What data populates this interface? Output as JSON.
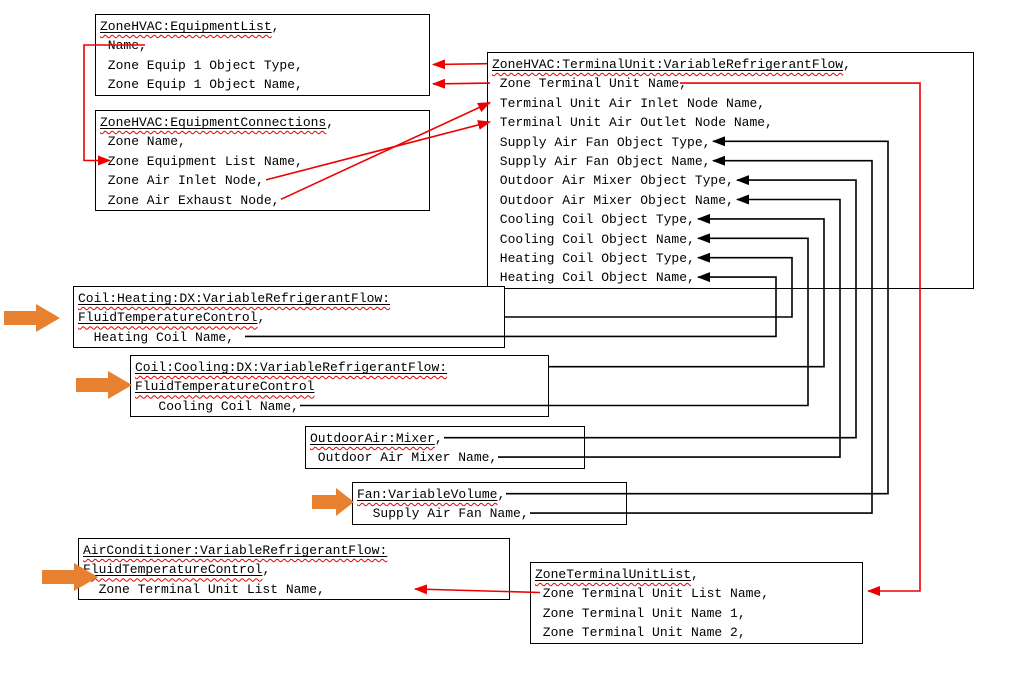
{
  "colors": {
    "connector_red": "#ee0000",
    "connector_black": "#000000",
    "squiggle_red": "#e60000",
    "orange_arrow": "#e8812f",
    "box_border": "#000000"
  },
  "boxes": [
    {
      "id": "zonehvac-equipment-list",
      "title_lines": [
        {
          "text": "ZoneHVAC:EquipmentList",
          "suffix": ","
        }
      ],
      "fields": [
        " Name,",
        " Zone Equip 1 Object Type,",
        " Zone Equip 1 Object Name,"
      ]
    },
    {
      "id": "zonehvac-equipment-connections",
      "title_lines": [
        {
          "text": "ZoneHVAC:EquipmentConnections",
          "suffix": ","
        }
      ],
      "fields": [
        " Zone Name,",
        " Zone Equipment List Name,",
        " Zone Air Inlet Node,",
        " Zone Air Exhaust Node,"
      ]
    },
    {
      "id": "zonehvac-terminal-unit-vrf",
      "title_lines": [
        {
          "text": "ZoneHVAC:TerminalUnit:VariableRefrigerantFlow",
          "suffix": ","
        }
      ],
      "fields": [
        " Zone Terminal Unit Name,",
        " Terminal Unit Air Inlet Node Name,",
        " Terminal Unit Air Outlet Node Name,",
        " Supply Air Fan Object Type,",
        " Supply Air Fan Object Name,",
        " Outdoor Air Mixer Object Type,",
        " Outdoor Air Mixer Object Name,",
        " Cooling Coil Object Type,",
        " Cooling Coil Object Name,",
        " Heating Coil Object Type,",
        " Heating Coil Object Name,"
      ]
    },
    {
      "id": "coil-heating-dx-vrf-ftc",
      "title_lines": [
        {
          "text": "Coil:Heating:DX:VariableRefrigerantFlow:",
          "suffix": ""
        },
        {
          "text": "FluidTemperatureControl",
          "suffix": ","
        }
      ],
      "fields": [
        "  Heating Coil Name,"
      ]
    },
    {
      "id": "coil-cooling-dx-vrf-ftc",
      "title_lines": [
        {
          "text": "Coil:Cooling:DX:VariableRefrigerantFlow:",
          "suffix": ""
        },
        {
          "text": "FluidTemperatureControl",
          "suffix": ""
        }
      ],
      "fields": [
        "   Cooling Coil Name,"
      ]
    },
    {
      "id": "outdoor-air-mixer",
      "title_lines": [
        {
          "text": "OutdoorAir:Mixer",
          "suffix": ","
        }
      ],
      "fields": [
        " Outdoor Air Mixer Name,"
      ]
    },
    {
      "id": "fan-variable-volume",
      "title_lines": [
        {
          "text": "Fan:VariableVolume",
          "suffix": ","
        }
      ],
      "fields": [
        "  Supply Air Fan Name,"
      ]
    },
    {
      "id": "air-conditioner-vrf-ftc",
      "title_lines": [
        {
          "text": "AirConditioner:VariableRefrigerantFlow:",
          "suffix": ""
        },
        {
          "text": "FluidTemperatureControl",
          "suffix": ","
        }
      ],
      "fields": [
        "  Zone Terminal Unit List Name,"
      ]
    },
    {
      "id": "zone-terminal-unit-list",
      "title_lines": [
        {
          "text": "ZoneTerminalUnitList",
          "suffix": ","
        }
      ],
      "fields": [
        " Zone Terminal Unit List Name,",
        " Zone Terminal Unit Name 1,",
        " Zone Terminal Unit Name 2,"
      ]
    }
  ],
  "connections": [
    {
      "style": "red",
      "from": "zonehvac-equipment-list.Name",
      "to": "zonehvac-equipment-connections.Zone Equipment List Name"
    },
    {
      "style": "red",
      "from": "zonehvac-terminal-unit-vrf.class-name",
      "to": "zonehvac-equipment-list.Zone Equip 1 Object Type"
    },
    {
      "style": "red",
      "from": "zonehvac-terminal-unit-vrf.Zone Terminal Unit Name",
      "to": "zonehvac-equipment-list.Zone Equip 1 Object Name"
    },
    {
      "style": "red",
      "from": "zonehvac-equipment-connections.Zone Air Exhaust Node",
      "to": "zonehvac-terminal-unit-vrf.Terminal Unit Air Inlet Node Name"
    },
    {
      "style": "red",
      "from": "zonehvac-equipment-connections.Zone Air Inlet Node",
      "to": "zonehvac-terminal-unit-vrf.Terminal Unit Air Outlet Node Name"
    },
    {
      "style": "red",
      "from": "zonehvac-terminal-unit-vrf.Zone Terminal Unit Name",
      "to": "zone-terminal-unit-list"
    },
    {
      "style": "red",
      "from": "zone-terminal-unit-list.Zone Terminal Unit List Name",
      "to": "air-conditioner-vrf-ftc.Zone Terminal Unit List Name"
    },
    {
      "style": "black",
      "from": "fan-variable-volume.class-name",
      "to": "zonehvac-terminal-unit-vrf.Supply Air Fan Object Type"
    },
    {
      "style": "black",
      "from": "fan-variable-volume.Supply Air Fan Name",
      "to": "zonehvac-terminal-unit-vrf.Supply Air Fan Object Name"
    },
    {
      "style": "black",
      "from": "outdoor-air-mixer.class-name",
      "to": "zonehvac-terminal-unit-vrf.Outdoor Air Mixer Object Type"
    },
    {
      "style": "black",
      "from": "outdoor-air-mixer.Outdoor Air Mixer Name",
      "to": "zonehvac-terminal-unit-vrf.Outdoor Air Mixer Object Name"
    },
    {
      "style": "black",
      "from": "coil-cooling-dx-vrf-ftc.class-name",
      "to": "zonehvac-terminal-unit-vrf.Cooling Coil Object Type"
    },
    {
      "style": "black",
      "from": "coil-cooling-dx-vrf-ftc.Cooling Coil Name",
      "to": "zonehvac-terminal-unit-vrf.Cooling Coil Object Name"
    },
    {
      "style": "black",
      "from": "coil-heating-dx-vrf-ftc.class-name",
      "to": "zonehvac-terminal-unit-vrf.Heating Coil Object Type"
    },
    {
      "style": "black",
      "from": "coil-heating-dx-vrf-ftc.Heating Coil Name",
      "to": "zonehvac-terminal-unit-vrf.Heating Coil Object Name"
    }
  ]
}
